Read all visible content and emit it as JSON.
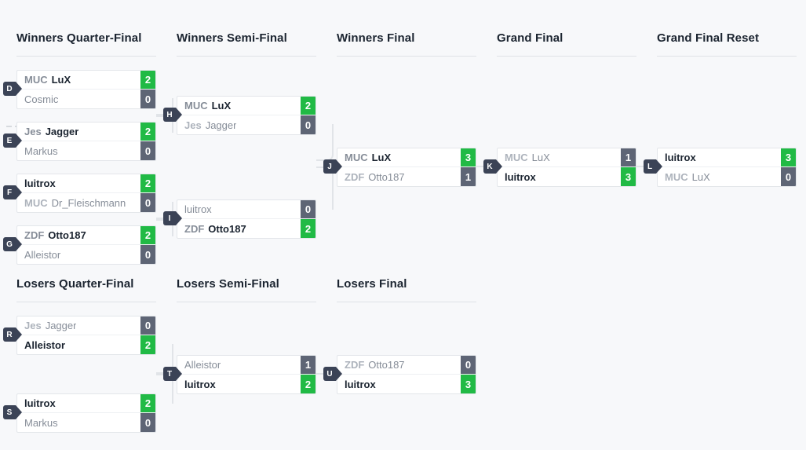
{
  "colors": {
    "background": "#f7f8fa",
    "win_score": "#21ba45",
    "lose_score": "#5e6575",
    "badge": "#3b4356",
    "box_border": "#e3e6ea",
    "connector": "#e1e4e8",
    "title": "#1b2430"
  },
  "rounds": [
    {
      "id": "winners-quarter-final",
      "label": "Winners Quarter-Final"
    },
    {
      "id": "winners-semi-final",
      "label": "Winners Semi-Final"
    },
    {
      "id": "winners-final",
      "label": "Winners Final"
    },
    {
      "id": "grand-final",
      "label": "Grand Final"
    },
    {
      "id": "grand-final-reset",
      "label": "Grand Final Reset"
    },
    {
      "id": "losers-quarter-final",
      "label": "Losers Quarter-Final"
    },
    {
      "id": "losers-semi-final",
      "label": "Losers Semi-Final"
    },
    {
      "id": "losers-final",
      "label": "Losers Final"
    }
  ],
  "matches": [
    {
      "key": "D",
      "letter": "D",
      "top": {
        "tag": "MUC",
        "name": "LuX",
        "score": "2",
        "result": "win"
      },
      "bottom": {
        "tag": "",
        "name": "Cosmic",
        "score": "0",
        "result": "lose"
      }
    },
    {
      "key": "E",
      "letter": "E",
      "top": {
        "tag": "Jes",
        "name": "Jagger",
        "score": "2",
        "result": "win"
      },
      "bottom": {
        "tag": "",
        "name": "Markus",
        "score": "0",
        "result": "lose"
      }
    },
    {
      "key": "F",
      "letter": "F",
      "top": {
        "tag": "",
        "name": "luitrox",
        "score": "2",
        "result": "win"
      },
      "bottom": {
        "tag": "MUC",
        "name": "Dr_Fleischmann",
        "score": "0",
        "result": "lose"
      }
    },
    {
      "key": "G",
      "letter": "G",
      "top": {
        "tag": "ZDF",
        "name": "Otto187",
        "score": "2",
        "result": "win"
      },
      "bottom": {
        "tag": "",
        "name": "Alleistor",
        "score": "0",
        "result": "lose"
      }
    },
    {
      "key": "H",
      "letter": "H",
      "top": {
        "tag": "MUC",
        "name": "LuX",
        "score": "2",
        "result": "win"
      },
      "bottom": {
        "tag": "Jes",
        "name": "Jagger",
        "score": "0",
        "result": "lose"
      }
    },
    {
      "key": "I",
      "letter": "I",
      "top": {
        "tag": "",
        "name": "luitrox",
        "score": "0",
        "result": "lose"
      },
      "bottom": {
        "tag": "ZDF",
        "name": "Otto187",
        "score": "2",
        "result": "win"
      }
    },
    {
      "key": "J",
      "letter": "J",
      "top": {
        "tag": "MUC",
        "name": "LuX",
        "score": "3",
        "result": "win"
      },
      "bottom": {
        "tag": "ZDF",
        "name": "Otto187",
        "score": "1",
        "result": "lose"
      }
    },
    {
      "key": "K",
      "letter": "K",
      "top": {
        "tag": "MUC",
        "name": "LuX",
        "score": "1",
        "result": "lose"
      },
      "bottom": {
        "tag": "",
        "name": "luitrox",
        "score": "3",
        "result": "win"
      }
    },
    {
      "key": "L",
      "letter": "L",
      "top": {
        "tag": "",
        "name": "luitrox",
        "score": "3",
        "result": "win"
      },
      "bottom": {
        "tag": "MUC",
        "name": "LuX",
        "score": "0",
        "result": "lose"
      }
    },
    {
      "key": "R",
      "letter": "R",
      "top": {
        "tag": "Jes",
        "name": "Jagger",
        "score": "0",
        "result": "lose"
      },
      "bottom": {
        "tag": "",
        "name": "Alleistor",
        "score": "2",
        "result": "win"
      }
    },
    {
      "key": "S",
      "letter": "S",
      "top": {
        "tag": "",
        "name": "luitrox",
        "score": "2",
        "result": "win"
      },
      "bottom": {
        "tag": "",
        "name": "Markus",
        "score": "0",
        "result": "lose"
      }
    },
    {
      "key": "T",
      "letter": "T",
      "top": {
        "tag": "",
        "name": "Alleistor",
        "score": "1",
        "result": "lose"
      },
      "bottom": {
        "tag": "",
        "name": "luitrox",
        "score": "2",
        "result": "win"
      }
    },
    {
      "key": "U",
      "letter": "U",
      "top": {
        "tag": "ZDF",
        "name": "Otto187",
        "score": "0",
        "result": "lose"
      },
      "bottom": {
        "tag": "",
        "name": "luitrox",
        "score": "3",
        "result": "win"
      }
    }
  ]
}
